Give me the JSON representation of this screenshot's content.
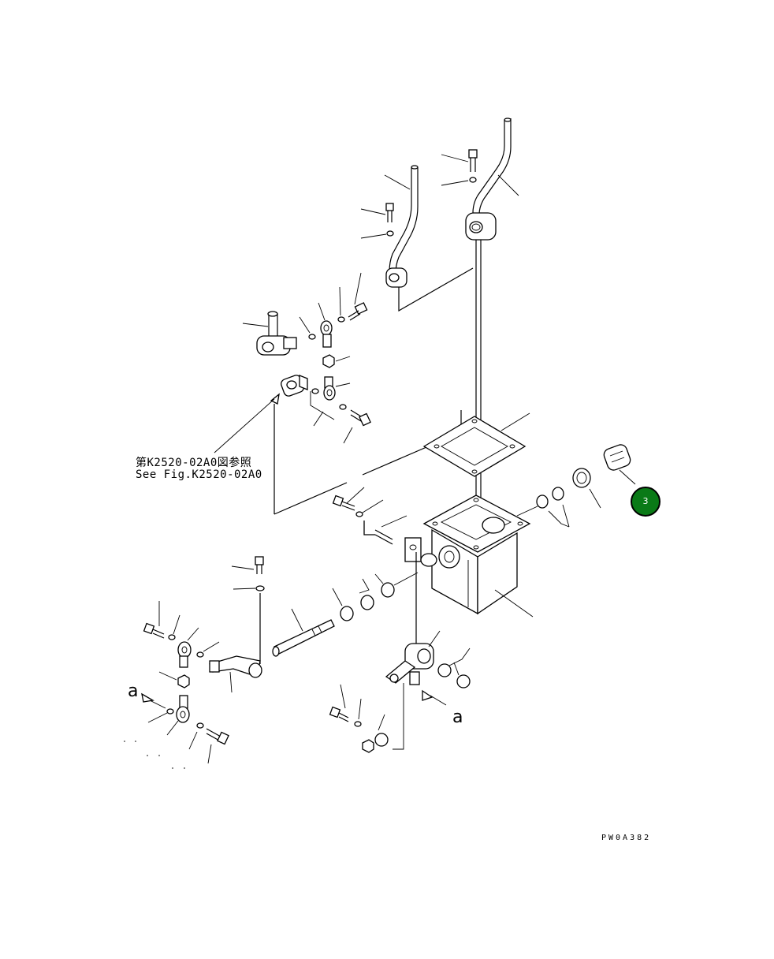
{
  "diagram": {
    "reference_note_jp": "第K2520-02A0図参照",
    "reference_note_en": "See Fig.K2520-02A0",
    "view_label_left": "a",
    "view_label_right": "a",
    "drawing_code": "PW0A382",
    "callout_badge": "3",
    "colors": {
      "line": "#000000",
      "badge": "#0a7a17",
      "background": "#ffffff"
    }
  }
}
